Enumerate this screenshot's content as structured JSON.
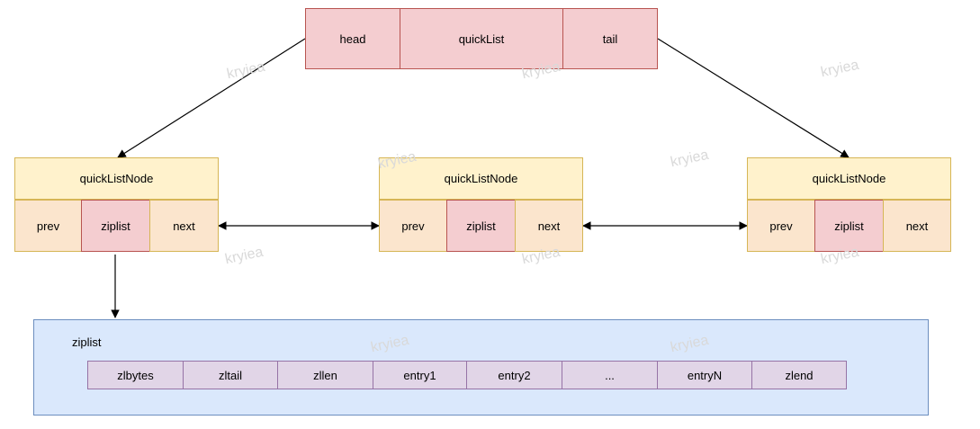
{
  "quicklist": {
    "head": "head",
    "title": "quickList",
    "tail": "tail"
  },
  "nodes": [
    {
      "title": "quickListNode",
      "prev": "prev",
      "ziplist": "ziplist",
      "next": "next"
    },
    {
      "title": "quickListNode",
      "prev": "prev",
      "ziplist": "ziplist",
      "next": "next"
    },
    {
      "title": "quickListNode",
      "prev": "prev",
      "ziplist": "ziplist",
      "next": "next"
    }
  ],
  "ziplist": {
    "label": "ziplist",
    "fields": [
      "zlbytes",
      "zltail",
      "zllen",
      "entry1",
      "entry2",
      "...",
      "entryN",
      "zlend"
    ]
  },
  "watermark": "kryiea",
  "colors": {
    "quicklist_fill": "#f4cdd0",
    "quicklist_border": "#b85450",
    "node_title_fill": "#fff2cc",
    "node_border": "#d6b656",
    "node_side_fill": "#fbe5cd",
    "ziplist_container_fill": "#dae8fc",
    "ziplist_container_border": "#6c8ebf",
    "ziplist_field_fill": "#e1d5e7",
    "ziplist_field_border": "#9673a6"
  }
}
